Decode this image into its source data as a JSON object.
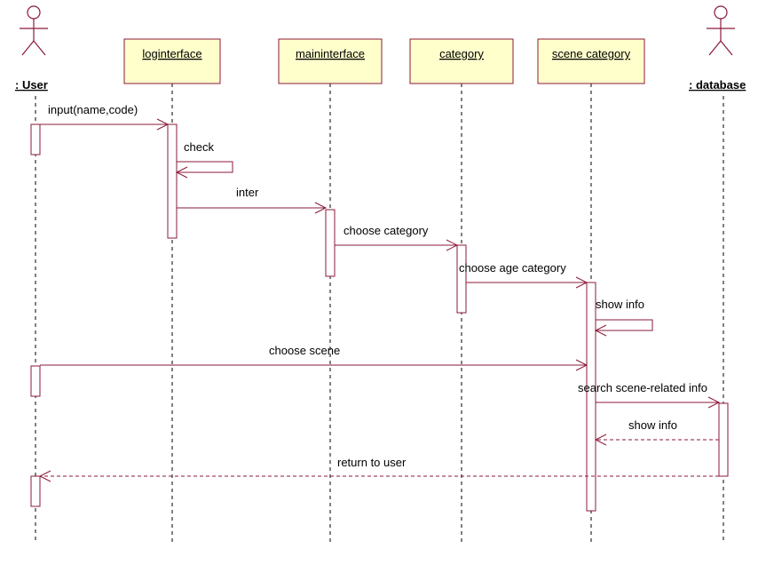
{
  "diagram": {
    "colors": {
      "line": "#8b1a3a",
      "object_fill": "#ffffcc",
      "object_border": "#8b1a3a",
      "lifeline": "#000000",
      "text": "#000000"
    },
    "participants": [
      {
        "id": "user",
        "kind": "actor",
        "label": ": User"
      },
      {
        "id": "login",
        "kind": "object",
        "label": "loginterface"
      },
      {
        "id": "main",
        "kind": "object",
        "label": "maininterface"
      },
      {
        "id": "category",
        "kind": "object",
        "label": "category"
      },
      {
        "id": "scene",
        "kind": "object",
        "label": "scene category"
      },
      {
        "id": "database",
        "kind": "actor",
        "label": ": database"
      }
    ],
    "messages": [
      {
        "id": "m1",
        "from": "user",
        "to": "login",
        "label": "input(name,code)",
        "type": "sync"
      },
      {
        "id": "m2",
        "from": "login",
        "to": "login",
        "label": "check",
        "type": "self"
      },
      {
        "id": "m3",
        "from": "login",
        "to": "main",
        "label": "inter",
        "type": "sync"
      },
      {
        "id": "m4",
        "from": "main",
        "to": "category",
        "label": "choose category",
        "type": "sync"
      },
      {
        "id": "m5",
        "from": "category",
        "to": "scene",
        "label": "choose age category",
        "type": "sync"
      },
      {
        "id": "m6",
        "from": "scene",
        "to": "scene",
        "label": "show info",
        "type": "self"
      },
      {
        "id": "m7",
        "from": "user",
        "to": "scene",
        "label": "choose scene",
        "type": "sync"
      },
      {
        "id": "m8",
        "from": "scene",
        "to": "database",
        "label": "search scene-related info",
        "type": "sync"
      },
      {
        "id": "m9",
        "from": "database",
        "to": "scene",
        "label": "show info",
        "type": "return"
      },
      {
        "id": "m10",
        "from": "database",
        "to": "user",
        "label": "return to user",
        "type": "return"
      }
    ]
  }
}
